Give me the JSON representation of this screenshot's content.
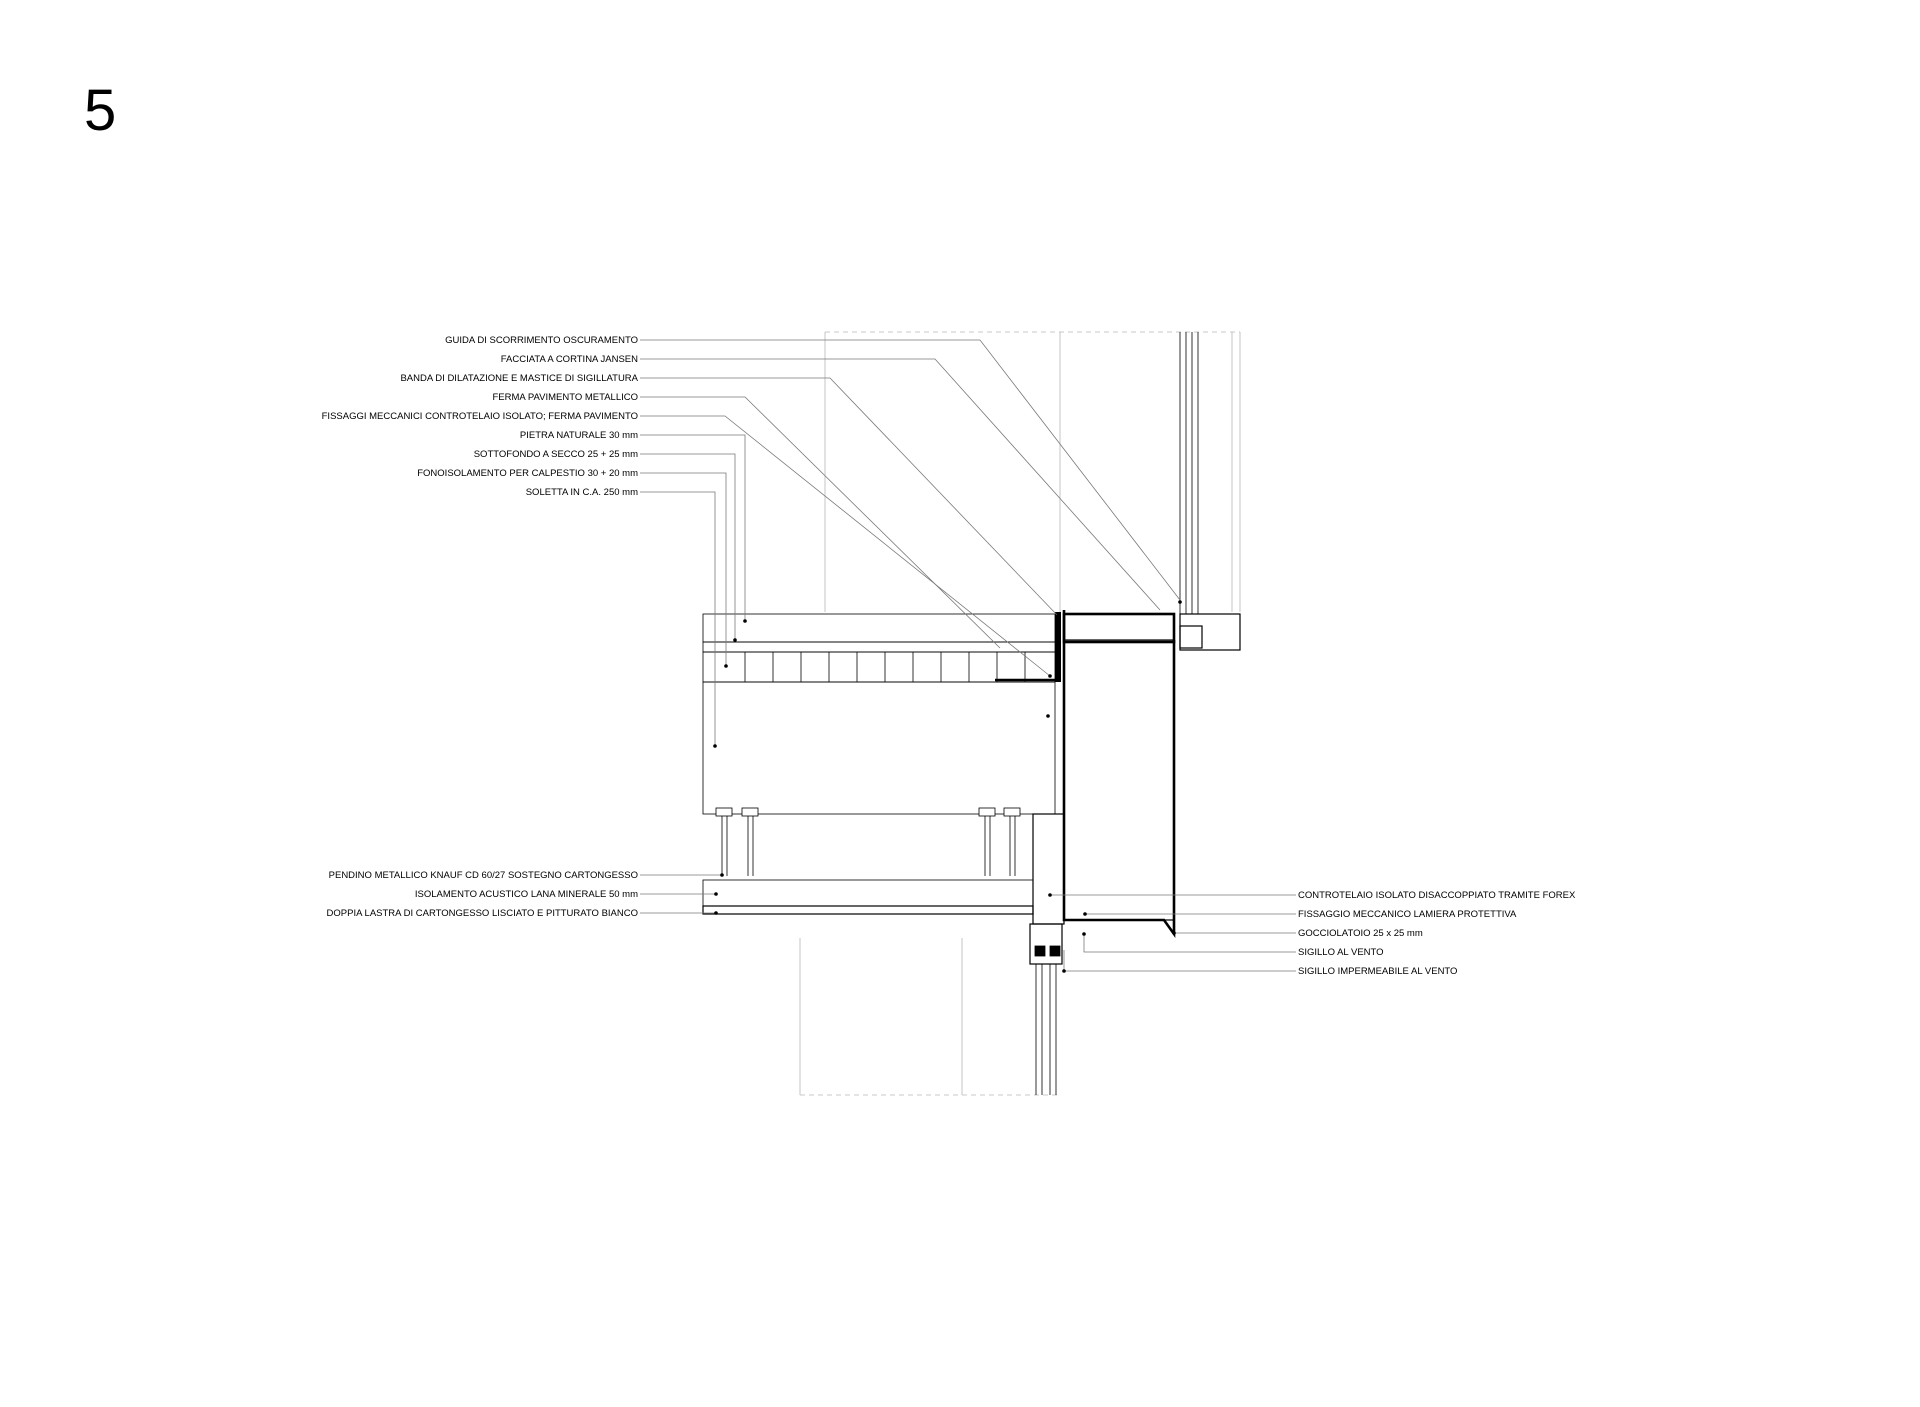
{
  "sheet": {
    "number": "5"
  },
  "labels_left_top": [
    "GUIDA DI SCORRIMENTO OSCURAMENTO",
    "FACCIATA A CORTINA JANSEN",
    "BANDA DI DILATAZIONE E MASTICE DI SIGILLATURA",
    "FERMA PAVIMENTO METALLICO",
    "FISSAGGI MECCANICI CONTROTELAIO ISOLATO; FERMA PAVIMENTO",
    "PIETRA NATURALE 30 mm",
    "SOTTOFONDO A SECCO 25 + 25 mm",
    "FONOISOLAMENTO PER CALPESTIO 30 + 20 mm",
    "SOLETTA IN C.A. 250 mm"
  ],
  "labels_left_bottom": [
    "PENDINO METALLICO KNAUF CD 60/27 SOSTEGNO CARTONGESSO",
    "ISOLAMENTO ACUSTICO LANA MINERALE 50 mm",
    "DOPPIA LASTRA DI CARTONGESSO LISCIATO E PITTURATO BIANCO"
  ],
  "labels_right": [
    "CONTROTELAIO ISOLATO DISACCOPPIATO TRAMITE FOREX",
    "FISSAGGIO MECCANICO LAMIERA PROTETTIVA",
    "GOCCIOLATOIO 25 x 25 mm",
    "SIGILLO AL VENTO",
    "SIGILLO IMPERMEABILE AL VENTO"
  ]
}
